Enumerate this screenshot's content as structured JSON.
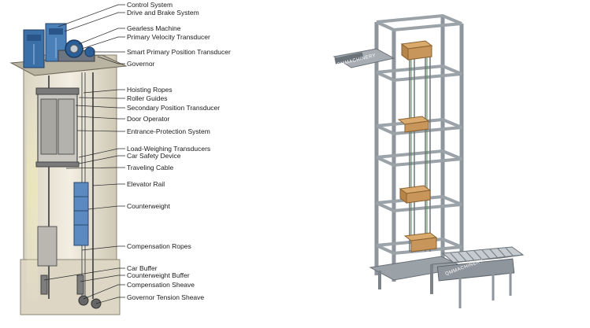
{
  "elevator_diagram": {
    "labels": [
      "Control System",
      "Drive and Brake System",
      "Gearless Machine",
      "Primary Velocity Transducer",
      "Smart Primary Position Transducer",
      "Governor",
      "Hoisting Ropes",
      "Roller Guides",
      "Secondary Position Transducer",
      "Door Operator",
      "Entrance-Protection System",
      "Load-Weighing Transducers",
      "Car Safety Device",
      "Traveling Cable",
      "Elevator Rail",
      "Counterweight",
      "Compensation Ropes",
      "Car Buffer",
      "Counterweight Buffer",
      "Compensation Sheave",
      "Governor Tension Sheave"
    ]
  },
  "conveyor_photo": {
    "brand_marks": [
      "QMMACHINERY",
      "QMMACHINERY"
    ]
  },
  "colors": {
    "shaft_fill": "#ece6d6",
    "machine_blue": "#3b6fa8",
    "frame_gray": "#8e959c",
    "box_brown": "#c8955a"
  }
}
